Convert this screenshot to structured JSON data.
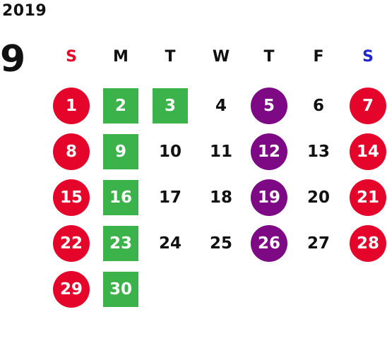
{
  "header": {
    "year": "2019",
    "month": "9"
  },
  "colors": {
    "weekend": "#e5052a",
    "holiday": "#3bb34a",
    "thursday": "#7d0a84",
    "sunday_label": "#e5052a",
    "saturday_label": "#1f23d6",
    "text": "#111111"
  },
  "weekdays": [
    {
      "label": "S",
      "type": "sunday"
    },
    {
      "label": "M",
      "type": "weekday"
    },
    {
      "label": "T",
      "type": "weekday"
    },
    {
      "label": "W",
      "type": "weekday"
    },
    {
      "label": "T",
      "type": "weekday"
    },
    {
      "label": "F",
      "type": "weekday"
    },
    {
      "label": "S",
      "type": "saturday"
    }
  ],
  "weeks": [
    [
      {
        "day": "1",
        "mark": "weekend"
      },
      {
        "day": "2",
        "mark": "holiday"
      },
      {
        "day": "3",
        "mark": "holiday"
      },
      {
        "day": "4",
        "mark": "none"
      },
      {
        "day": "5",
        "mark": "thursday"
      },
      {
        "day": "6",
        "mark": "none"
      },
      {
        "day": "7",
        "mark": "weekend"
      }
    ],
    [
      {
        "day": "8",
        "mark": "weekend"
      },
      {
        "day": "9",
        "mark": "holiday"
      },
      {
        "day": "10",
        "mark": "none"
      },
      {
        "day": "11",
        "mark": "none"
      },
      {
        "day": "12",
        "mark": "thursday"
      },
      {
        "day": "13",
        "mark": "none"
      },
      {
        "day": "14",
        "mark": "weekend"
      }
    ],
    [
      {
        "day": "15",
        "mark": "weekend"
      },
      {
        "day": "16",
        "mark": "holiday"
      },
      {
        "day": "17",
        "mark": "none"
      },
      {
        "day": "18",
        "mark": "none"
      },
      {
        "day": "19",
        "mark": "thursday"
      },
      {
        "day": "20",
        "mark": "none"
      },
      {
        "day": "21",
        "mark": "weekend"
      }
    ],
    [
      {
        "day": "22",
        "mark": "weekend"
      },
      {
        "day": "23",
        "mark": "holiday"
      },
      {
        "day": "24",
        "mark": "none"
      },
      {
        "day": "25",
        "mark": "none"
      },
      {
        "day": "26",
        "mark": "thursday"
      },
      {
        "day": "27",
        "mark": "none"
      },
      {
        "day": "28",
        "mark": "weekend"
      }
    ],
    [
      {
        "day": "29",
        "mark": "weekend"
      },
      {
        "day": "30",
        "mark": "holiday"
      }
    ]
  ]
}
